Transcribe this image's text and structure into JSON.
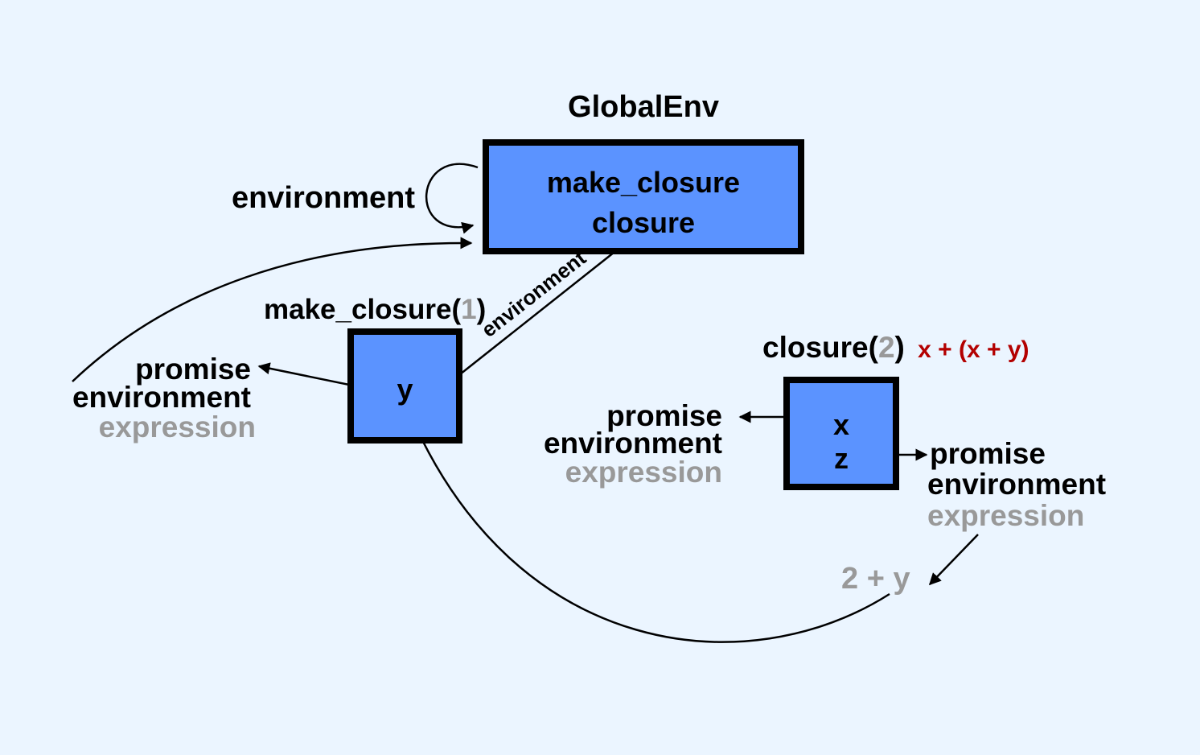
{
  "colors": {
    "background": "#ebf5ff",
    "frame_fill": "#5b93ff",
    "frame_border": "#000000",
    "muted_text": "#999999",
    "code_text": "#b30000"
  },
  "global_env": {
    "title": "GlobalEnv",
    "bindings": [
      "make_closure",
      "closure"
    ],
    "self_ref_label": "environment"
  },
  "make_closure_frame": {
    "title_fn": "make_closure(",
    "title_arg": "1",
    "title_close": ")",
    "binding": "y",
    "parent_label": "environment",
    "promise": {
      "line1": "promise",
      "line2": "environment",
      "line3": "expression"
    }
  },
  "closure_frame": {
    "title_fn": "closure(",
    "title_arg": "2",
    "title_close": ")",
    "body": "x + (x + y)",
    "bindings": [
      "x",
      "z"
    ],
    "promise_x": {
      "line1": "promise",
      "line2": "environment",
      "line3": "expression"
    },
    "promise_z": {
      "line1": "promise",
      "line2": "environment",
      "line3": "expression"
    },
    "z_expression": "2 + y"
  }
}
